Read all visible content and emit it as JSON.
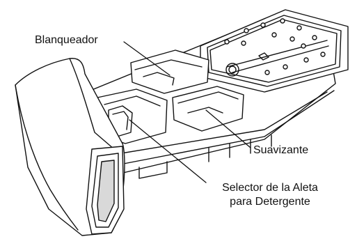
{
  "labels": {
    "bleach": "Blanqueador",
    "softener": "Suavizante",
    "selector_line1": "Selector de la Aleta",
    "selector_line2": "para Detergente"
  },
  "colors": {
    "stroke": "#111111",
    "fill": "#ffffff",
    "shade": "#d9d9d9"
  }
}
